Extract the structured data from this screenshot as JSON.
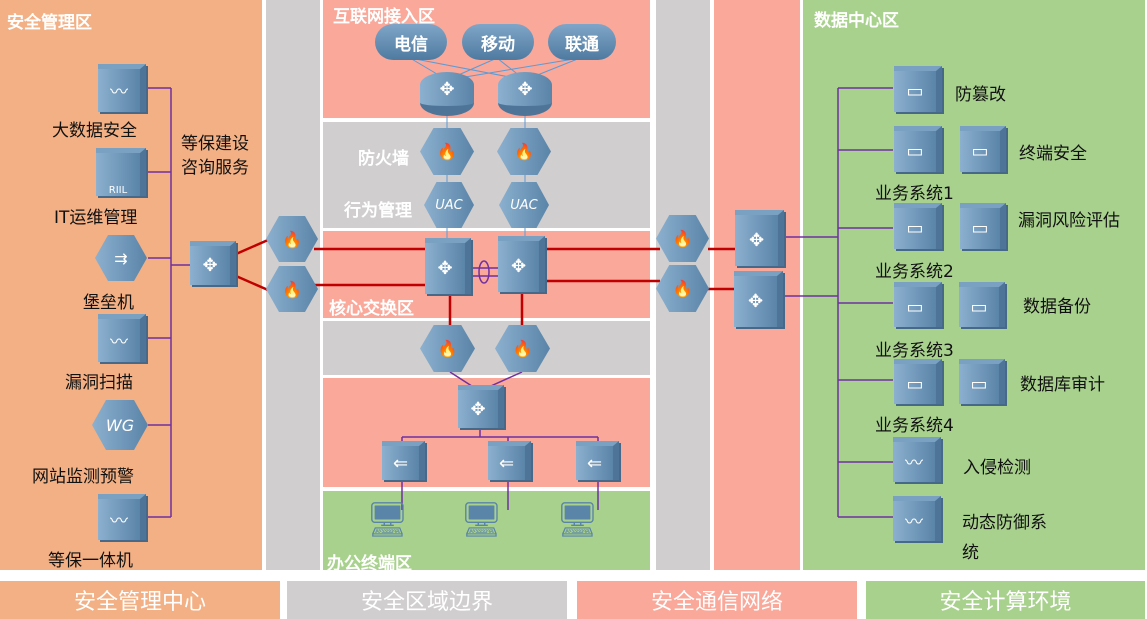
{
  "zones": {
    "management": "安全管理区",
    "internet": "互联网接入区",
    "core": "核心交换区",
    "office": "办公终端区",
    "datacenter": "数据中心区"
  },
  "management": {
    "items": [
      "大数据安全",
      "IT运维管理",
      "堡垒机",
      "漏洞扫描",
      "网站监测预警",
      "等保一体机"
    ],
    "service_line1": "等保建设",
    "service_line2": "咨询服务",
    "wg_icon_text": "WG",
    "riil_icon_text": "RIIL"
  },
  "internet": {
    "isps": [
      "电信",
      "移动",
      "联通"
    ]
  },
  "center": {
    "firewall_label": "防火墙",
    "behavior_label": "行为管理",
    "uac_text": "UAC"
  },
  "datacenter": {
    "tamper": "防篡改",
    "terminal": "终端安全",
    "biz1": "业务系统1",
    "vuln": "漏洞风险评估",
    "biz2": "业务系统2",
    "backup": "数据备份",
    "biz3": "业务系统3",
    "dbaudit": "数据库审计",
    "biz4": "业务系统4",
    "ids": "入侵检测",
    "dyn_line1": "动态防御系",
    "dyn_line2": "统"
  },
  "legend": [
    "安全管理中心",
    "安全区域边界",
    "安全通信网络",
    "安全计算环境"
  ],
  "colors": {
    "management": "#f2b084",
    "boundary": "#d0cece",
    "network": "#f9a89a",
    "compute": "#a9d18e"
  }
}
